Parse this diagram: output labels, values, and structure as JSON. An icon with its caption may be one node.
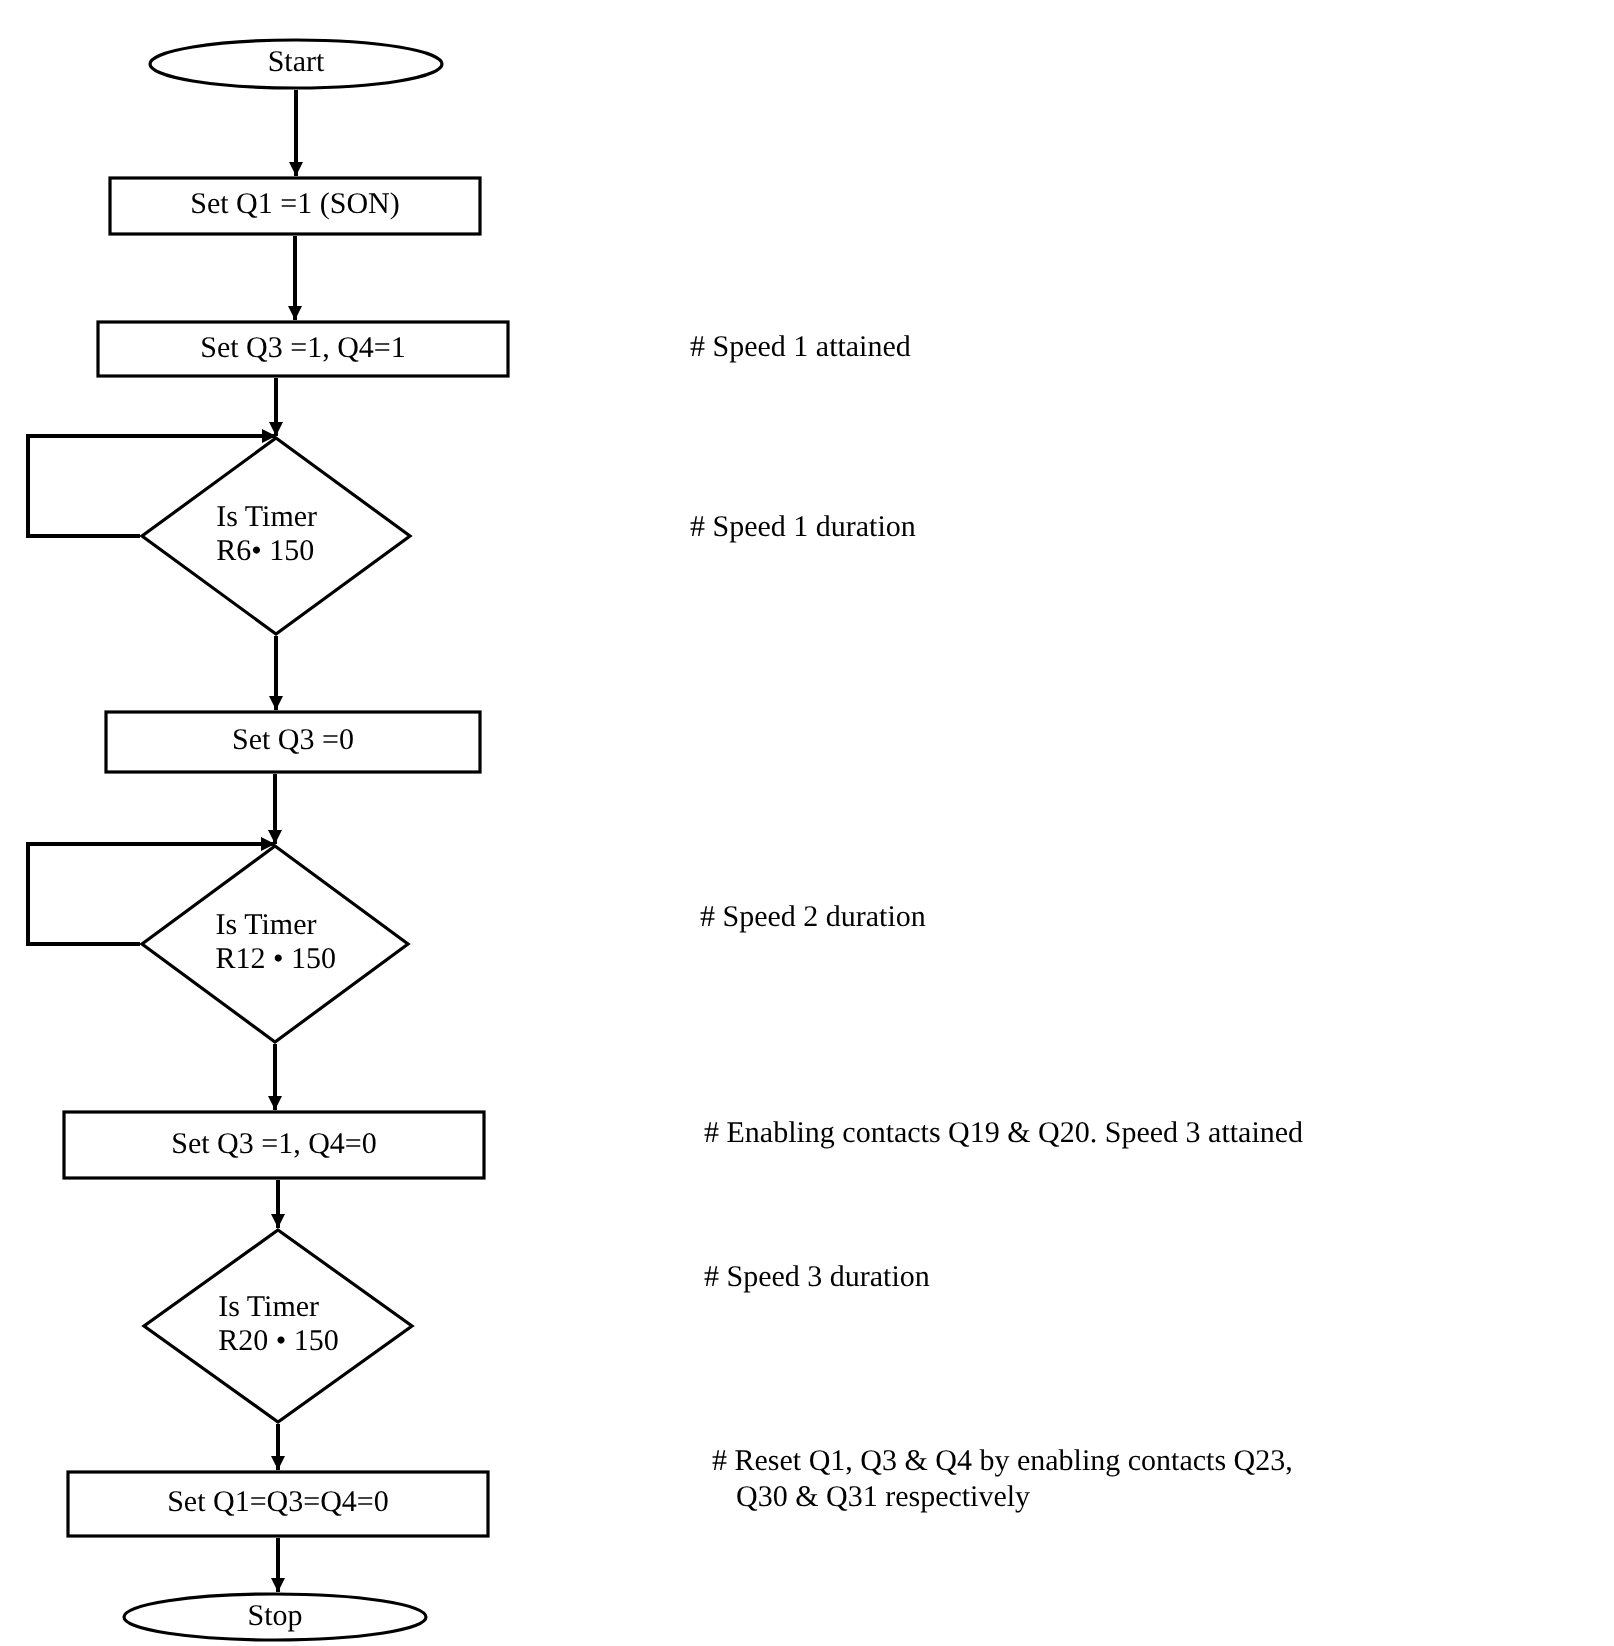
{
  "diagram": {
    "nodes": [
      {
        "text": [
          "Start"
        ]
      },
      {
        "text": [
          "Set Q1 =1 (SON)"
        ]
      },
      {
        "text": [
          "Set Q3 =1, Q4=1"
        ]
      },
      {
        "text": [
          "Is Timer R6• 150"
        ]
      },
      {
        "text": [
          "Set Q3 =0"
        ]
      },
      {
        "text": [
          "Is Timer R12 • 150"
        ]
      },
      {
        "text": [
          "Set Q3 =1, Q4=0"
        ]
      },
      {
        "text": [
          "Is Timer R20 • 150"
        ]
      },
      {
        "text": [
          "Set Q1=Q3=Q4=0"
        ]
      },
      {
        "text": [
          "Stop"
        ]
      }
    ],
    "edges": [
      {
        "from": 0,
        "to": 1,
        "arrow": "to"
      },
      {
        "from": 1,
        "to": 2,
        "arrow": "to"
      },
      {
        "from": 2,
        "to": 3,
        "arrow": "to"
      },
      {
        "from": 3,
        "to": 3,
        "arrow": "to"
      },
      {
        "from": 3,
        "to": 4,
        "arrow": "to"
      },
      {
        "from": 4,
        "to": 5,
        "arrow": "to"
      },
      {
        "from": 5,
        "to": 5,
        "arrow": "to"
      },
      {
        "from": 5,
        "to": 6,
        "arrow": "to"
      },
      {
        "from": 6,
        "to": 7,
        "arrow": "to"
      },
      {
        "from": 7,
        "to": 8,
        "arrow": "to"
      },
      {
        "from": 8,
        "to": 9,
        "arrow": "to"
      }
    ],
    "labels": [
      "# Speed 1 attained",
      "# Speed 1 duration",
      "# Speed 2 duration",
      "# Enabling contacts Q19 & Q20. Speed 3 attained",
      "# Speed 3 duration",
      "# Reset Q1, Q3 & Q4 by enabling contacts Q23, Q30 & Q31 respectively"
    ]
  }
}
